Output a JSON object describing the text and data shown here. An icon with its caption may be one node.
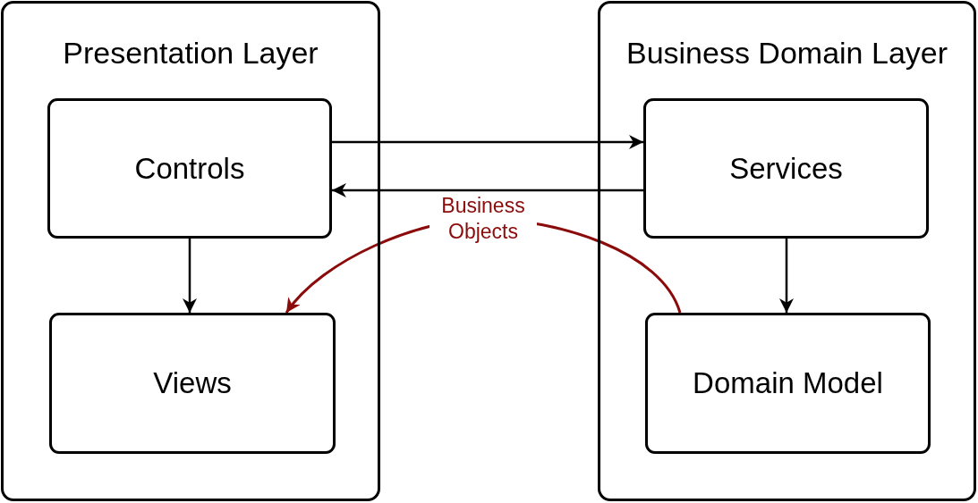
{
  "diagram": {
    "nodes": [
      {
        "text": [
          "Presentation Layer"
        ]
      },
      {
        "text": [
          "Controls"
        ],
        "in": 0
      },
      {
        "text": [
          "Views"
        ],
        "in": 0
      },
      {
        "text": [
          "Business Domain Layer"
        ]
      },
      {
        "text": [
          "Services"
        ],
        "in": 3
      },
      {
        "text": [
          "Domain Model"
        ],
        "in": 3
      }
    ],
    "edges": [
      {
        "from": 1,
        "to": 4,
        "arrow": "to"
      },
      {
        "from": 4,
        "to": 1,
        "arrow": "to"
      },
      {
        "from": 1,
        "to": 2,
        "arrow": "to"
      },
      {
        "from": 4,
        "to": 5,
        "arrow": "to"
      },
      {
        "from": 5,
        "to": 2,
        "arrow": "to",
        "label": "Business Objects",
        "color": "#8b0a0a"
      }
    ]
  }
}
